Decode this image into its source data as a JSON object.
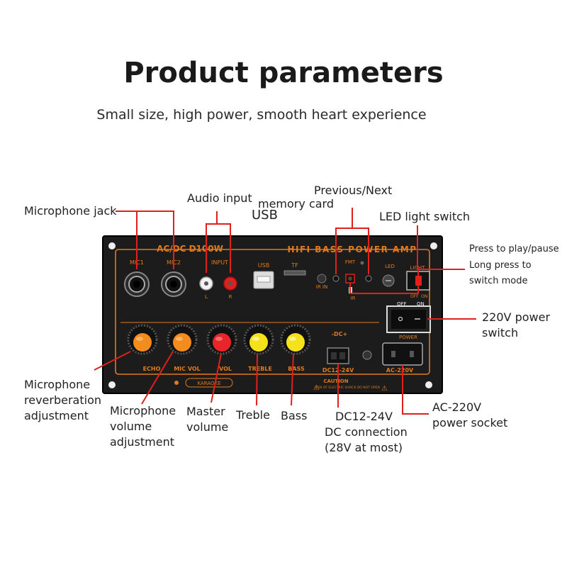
{
  "header": {
    "title": "Product parameters",
    "subtitle": "Small size, high power, smooth heart experience"
  },
  "board": {
    "model_text": "AC/DC D100W",
    "brand_text": "HIFI BASS POWER AMP",
    "jack_labels": [
      "MIC1",
      "MIC2",
      "INPUT",
      "USB",
      "TF",
      "IR IN",
      "FMT",
      "IR",
      "LED",
      "LIGHT"
    ],
    "switch_labels": [
      "OFF",
      "ON",
      "POWER",
      "OFF",
      "ON"
    ],
    "knob_labels": [
      "ECHO",
      "MIC VOL",
      "VOL",
      "TREBLE",
      "BASS"
    ],
    "connector_labels": [
      "-DC+",
      "DC12-24V",
      "AC-220V"
    ],
    "caution_title": "CAUTION",
    "caution_text": "RISK OF ELECTRIC SHOCK DO NOT OPEN",
    "karaoke_text": "KARAOKE",
    "knob_colors": [
      "#f28c1e",
      "#f28c1e",
      "#e8262a",
      "#f5e21b",
      "#f5e21b"
    ],
    "accent_color": "#e0201c",
    "board_color": "#1c1c1c",
    "trim_color": "#e07a1f"
  },
  "callouts": {
    "microphone_jack": "Microphone jack",
    "audio_input": "Audio input",
    "usb": "USB",
    "memory_card": "memory card",
    "previous_next": "Previous/Next",
    "led_light_switch": "LED light switch",
    "press_play_1": "Press to play/pause",
    "press_play_2": "Long press to",
    "press_play_3": "switch mode",
    "power_switch_1": "220V power",
    "power_switch_2": "switch",
    "mic_reverb_1": "Microphone",
    "mic_reverb_2": "reverberation",
    "mic_reverb_3": "adjustment",
    "mic_volume_1": "Microphone",
    "mic_volume_2": "volume",
    "mic_volume_3": "adjustment",
    "master_volume_1": "Master",
    "master_volume_2": "volume",
    "treble": "Treble",
    "bass": "Bass",
    "dc_1": "DC12-24V",
    "dc_2": "DC connection",
    "dc_3": "(28V at most)",
    "ac_1": "AC-220V",
    "ac_2": "power socket"
  }
}
